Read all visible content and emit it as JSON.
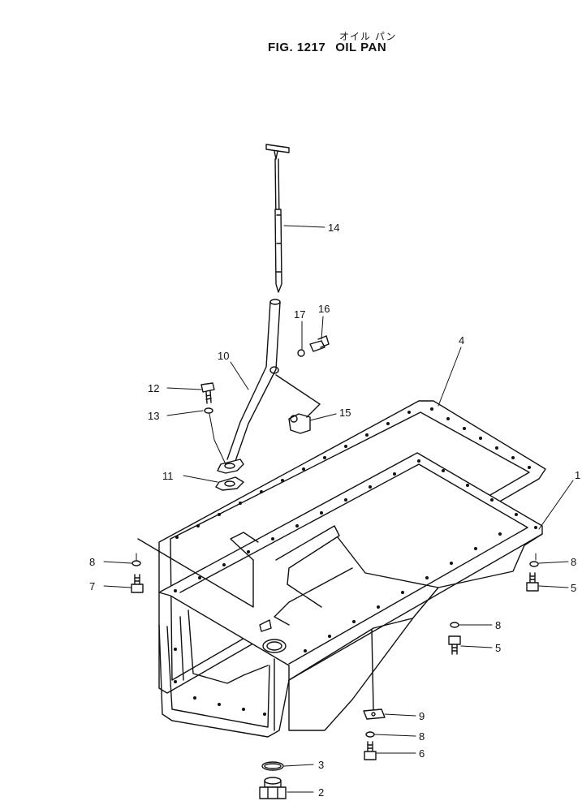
{
  "title": {
    "japanese": "オイル パン",
    "figure": "FIG. 1217",
    "name": "OIL PAN"
  },
  "callouts": [
    {
      "id": "c1",
      "label": "1"
    },
    {
      "id": "c2",
      "label": "2"
    },
    {
      "id": "c3",
      "label": "3"
    },
    {
      "id": "c4",
      "label": "4"
    },
    {
      "id": "c5a",
      "label": "5"
    },
    {
      "id": "c5b",
      "label": "5"
    },
    {
      "id": "c6",
      "label": "6"
    },
    {
      "id": "c7",
      "label": "7"
    },
    {
      "id": "c8a",
      "label": "8"
    },
    {
      "id": "c8b",
      "label": "8"
    },
    {
      "id": "c8c",
      "label": "8"
    },
    {
      "id": "c8d",
      "label": "8"
    },
    {
      "id": "c9",
      "label": "9"
    },
    {
      "id": "c10",
      "label": "10"
    },
    {
      "id": "c11",
      "label": "11"
    },
    {
      "id": "c12",
      "label": "12"
    },
    {
      "id": "c13",
      "label": "13"
    },
    {
      "id": "c14",
      "label": "14"
    },
    {
      "id": "c15",
      "label": "15"
    },
    {
      "id": "c16",
      "label": "16"
    },
    {
      "id": "c17",
      "label": "17"
    }
  ]
}
